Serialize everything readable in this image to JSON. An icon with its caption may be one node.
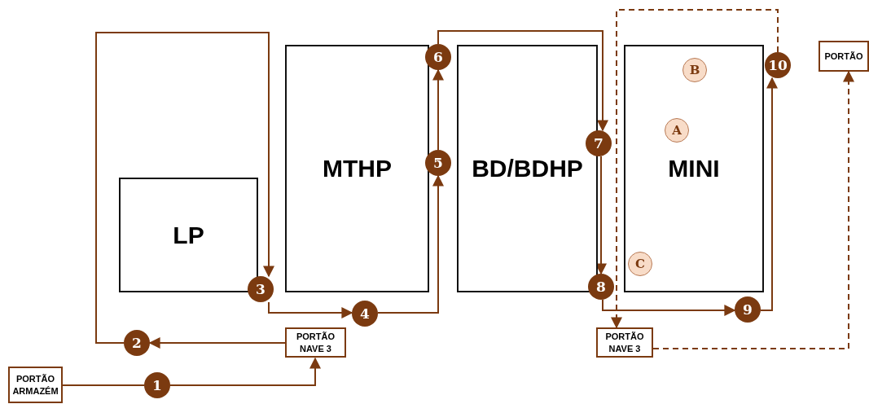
{
  "diagram": {
    "nodes": [
      {
        "text": [
          "PORTÃO ARMAZÉM"
        ]
      },
      {
        "text": [
          "1"
        ]
      },
      {
        "text": [
          "PORTÃO NAVE 3"
        ]
      },
      {
        "text": [
          "2"
        ]
      },
      {
        "text": [
          "LP"
        ]
      },
      {
        "text": [
          "3"
        ]
      },
      {
        "text": [
          "MTHP"
        ]
      },
      {
        "text": [
          "4"
        ]
      },
      {
        "text": [
          "5"
        ]
      },
      {
        "text": [
          "6"
        ]
      },
      {
        "text": [
          "BD/BDHP"
        ]
      },
      {
        "text": [
          "7"
        ]
      },
      {
        "text": [
          "8"
        ]
      },
      {
        "text": [
          "MINI"
        ]
      },
      {
        "text": [
          "B"
        ],
        "in": 13
      },
      {
        "text": [
          "A"
        ],
        "in": 13
      },
      {
        "text": [
          "C"
        ],
        "in": 13
      },
      {
        "text": [
          "9"
        ]
      },
      {
        "text": [
          "10"
        ]
      },
      {
        "text": [
          "PORTÃO NAVE 3"
        ]
      },
      {
        "text": [
          "PORTÃO"
        ]
      }
    ],
    "edges": [
      {
        "from": 0,
        "to": 1,
        "arrow": "none"
      },
      {
        "from": 1,
        "to": 2,
        "arrow": "to"
      },
      {
        "from": 2,
        "to": 3,
        "arrow": "to"
      },
      {
        "from": 3,
        "to": 5,
        "arrow": "to"
      },
      {
        "from": 5,
        "to": 7,
        "arrow": "to"
      },
      {
        "from": 7,
        "to": 8,
        "arrow": "to"
      },
      {
        "from": 8,
        "to": 9,
        "arrow": "to"
      },
      {
        "from": 9,
        "to": 11,
        "arrow": "to"
      },
      {
        "from": 11,
        "to": 12,
        "arrow": "to"
      },
      {
        "from": 12,
        "to": 17,
        "arrow": "to"
      },
      {
        "from": 17,
        "to": 18,
        "arrow": "to"
      },
      {
        "from": 18,
        "to": 19,
        "arrow": "to",
        "style": "dashed"
      },
      {
        "from": 19,
        "to": 20,
        "arrow": "to",
        "style": "dashed"
      }
    ]
  }
}
